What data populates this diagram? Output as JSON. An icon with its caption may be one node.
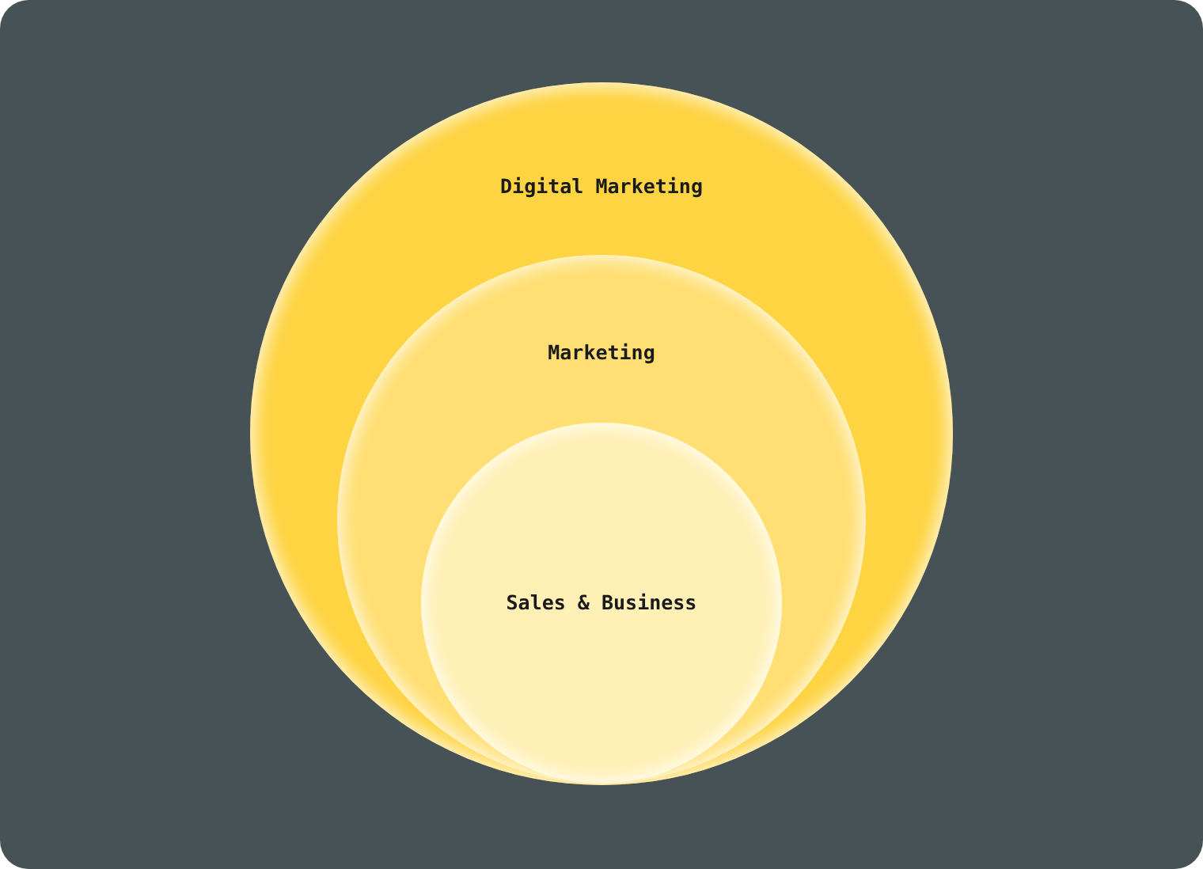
{
  "diagram": {
    "nodes": [
      {
        "text": [
          "Digital Marketing"
        ]
      },
      {
        "text": [
          "Marketing"
        ],
        "in": 0
      },
      {
        "text": [
          "Sales & Business"
        ],
        "in": 1
      }
    ]
  }
}
